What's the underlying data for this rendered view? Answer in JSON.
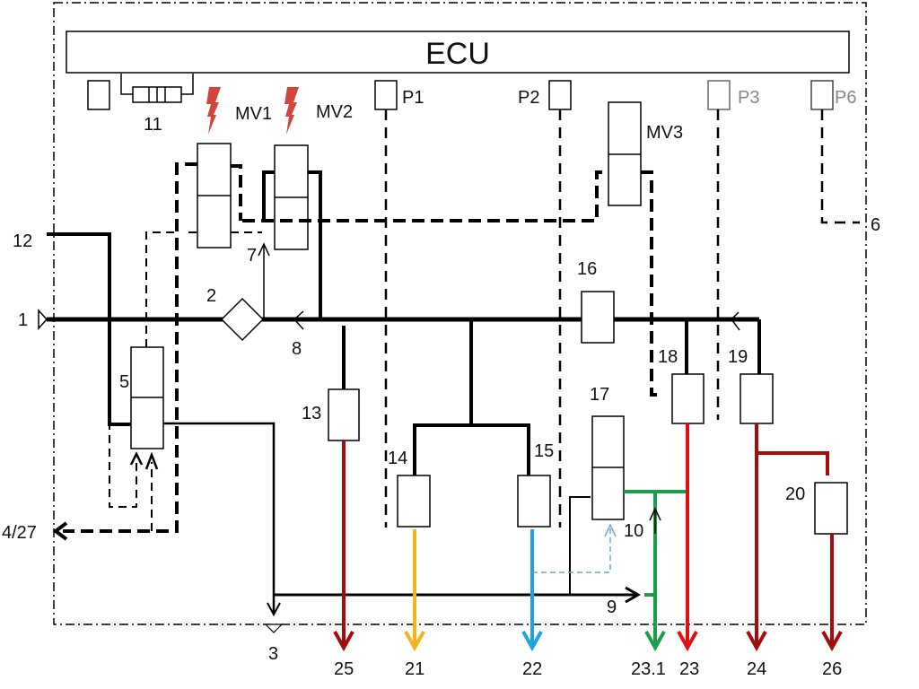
{
  "title": "ECU",
  "colors": {
    "line": "#000000",
    "dark_red": "#a50d0d",
    "red": "#e01010",
    "yellow": "#f2b51f",
    "blue": "#1fa3dc",
    "green": "#1a9e4a",
    "light_blue_dashed": "#6aa7c9",
    "lightning": "#d0463e",
    "grey_label": "#888888"
  },
  "sensors": {
    "p1": "P1",
    "p2": "P2",
    "p3": "P3",
    "p6": "P6"
  },
  "valves": {
    "mv1": "MV1",
    "mv2": "MV2",
    "mv3": "MV3"
  },
  "labels": {
    "n1": "1",
    "n2": "2",
    "n3": "3",
    "n4_27": "4/27",
    "n5": "5",
    "n6": "6",
    "n7": "7",
    "n8": "8",
    "n9": "9",
    "n10": "10",
    "n11": "11",
    "n12": "12",
    "n13": "13",
    "n14": "14",
    "n15": "15",
    "n16": "16",
    "n17": "17",
    "n18": "18",
    "n19": "19",
    "n20": "20"
  },
  "outputs": [
    {
      "id": "out-25",
      "label": "25",
      "color_key": "dark_red"
    },
    {
      "id": "out-21",
      "label": "21",
      "color_key": "yellow"
    },
    {
      "id": "out-22",
      "label": "22",
      "color_key": "blue"
    },
    {
      "id": "out-23-1",
      "label": "23.1",
      "color_key": "green"
    },
    {
      "id": "out-23",
      "label": "23",
      "color_key": "red"
    },
    {
      "id": "out-24",
      "label": "24",
      "color_key": "dark_red"
    },
    {
      "id": "out-26",
      "label": "26",
      "color_key": "dark_red"
    }
  ]
}
